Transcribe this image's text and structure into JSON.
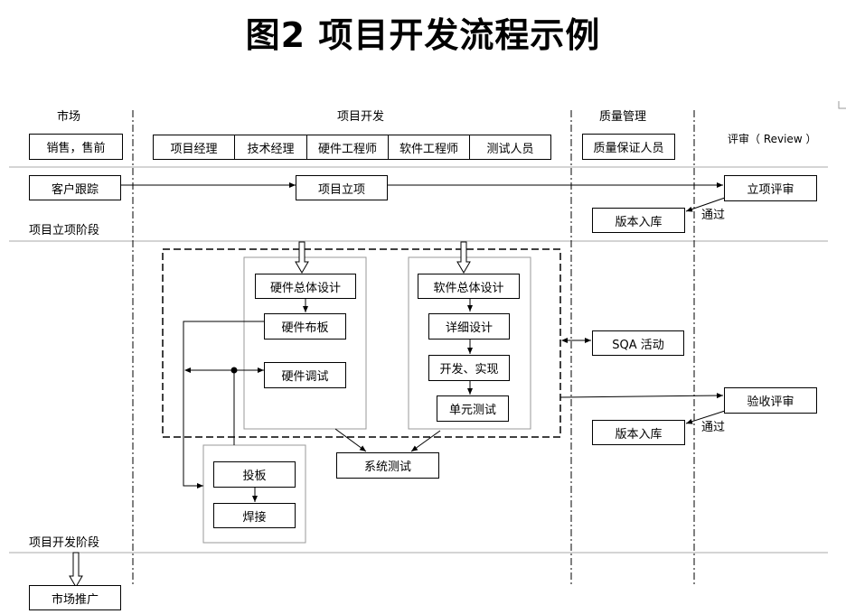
{
  "title": "图2  项目开发流程示例",
  "columns": {
    "market": "市场",
    "dev": "项目开发",
    "qa": "质量管理",
    "review": "评审（ Review ）"
  },
  "roles": {
    "market": "销售，售前",
    "dev": [
      "项目经理",
      "技术经理",
      "硬件工程师",
      "软件工程师",
      "测试人员"
    ],
    "qa": "质量保证人员"
  },
  "stages": {
    "initiation": "项目立项阶段",
    "development": "项目开发阶段"
  },
  "nodes": {
    "customer_tracking": "客户跟踪",
    "project_setup": "项目立项",
    "setup_review": "立项评审",
    "version_archive_1": "版本入库",
    "pass_1": "通过",
    "hw_overall_design": "硬件总体设计",
    "hw_layout": "硬件布板",
    "hw_debug": "硬件调试",
    "sw_overall_design": "软件总体设计",
    "detailed_design": "详细设计",
    "develop_implement": "开发、实现",
    "unit_test": "单元测试",
    "sqa_activity": "SQA 活动",
    "acceptance_review": "验收评审",
    "version_archive_2": "版本入库",
    "pass_2": "通过",
    "system_test": "系统测试",
    "board_casting": "投板",
    "soldering": "焊接",
    "market_promotion": "市场推广"
  }
}
